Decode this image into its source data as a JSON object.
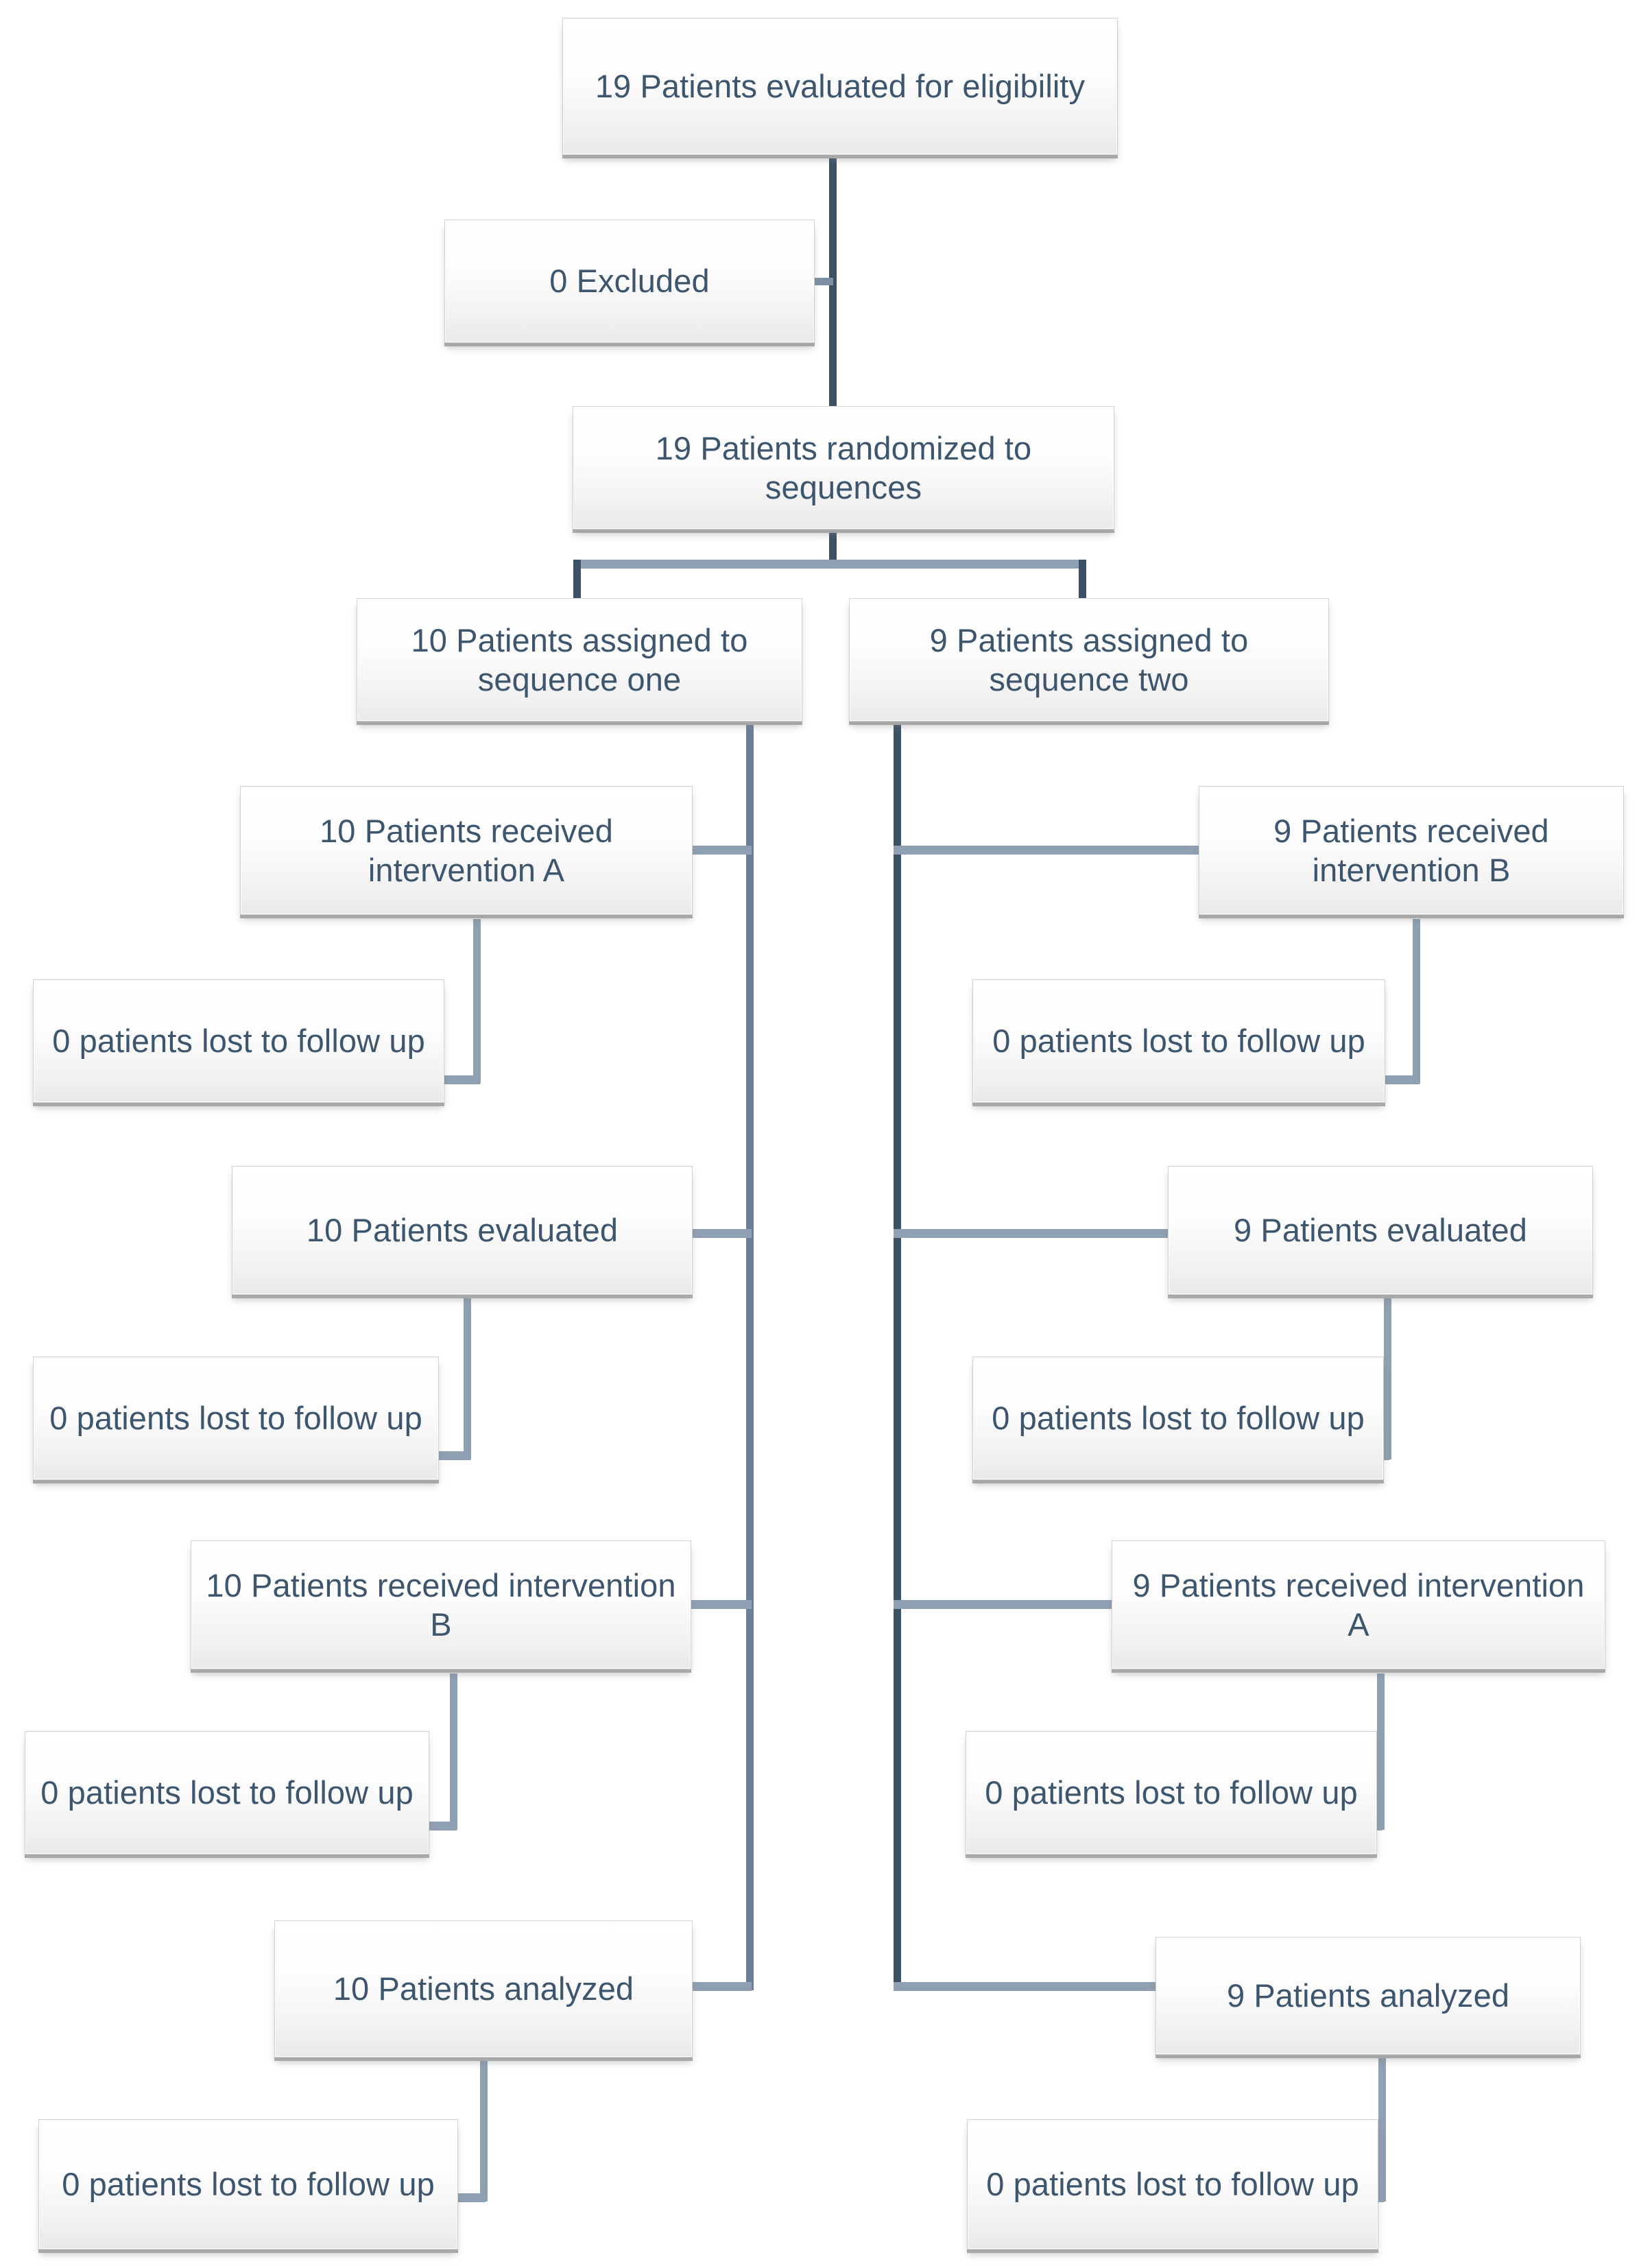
{
  "diagram": {
    "title": "CONSORT flow diagram — two-sequence crossover trial",
    "colors": {
      "box_text": "#3d566e",
      "box_fill_top": "#ffffff",
      "box_fill_bottom": "#e9e9e9",
      "box_border": "#d2d2d2",
      "box_shadow": "#a8a8a8",
      "connector_dark": "#3c5066",
      "connector_mid": "#6b7f96",
      "connector_light": "#8fa0b2",
      "background": "#ffffff"
    }
  },
  "nodes": {
    "eligibility": "19 Patients evaluated for eligibility",
    "excluded": "0 Excluded",
    "randomized": "19 Patients randomized to sequences",
    "seq_one_assigned": "10 Patients assigned to sequence one",
    "seq_two_assigned": "9 Patients assigned to sequence two",
    "left_period1_intervention": "10 Patients received intervention A",
    "left_period1_lost": "0 patients lost to follow up",
    "left_evaluated": "10 Patients evaluated",
    "left_evaluated_lost": "0 patients lost to follow up",
    "left_period2_intervention": "10 Patients received intervention B",
    "left_period2_lost": "0 patients lost to follow up",
    "left_analyzed": "10 Patients analyzed",
    "left_analyzed_lost": "0 patients lost to follow up",
    "right_period1_intervention": "9 Patients received intervention B",
    "right_period1_lost": "0 patients lost to follow up",
    "right_evaluated": "9 Patients evaluated",
    "right_evaluated_lost": "0 patients lost to follow up",
    "right_period2_intervention": "9 Patients received intervention A",
    "right_period2_lost": "0 patients lost to follow up",
    "right_analyzed": "9 Patients analyzed",
    "right_analyzed_lost": "0 patients lost to follow up"
  },
  "counts": {
    "evaluated_for_eligibility": 19,
    "excluded": 0,
    "randomized": 19,
    "sequence_one": 10,
    "sequence_two": 9,
    "sequence_one_analyzed": 10,
    "sequence_two_analyzed": 9,
    "total_lost_to_follow_up": 0
  },
  "sequences": {
    "one": {
      "period1": "intervention A",
      "period2": "intervention B",
      "n": 10
    },
    "two": {
      "period1": "intervention B",
      "period2": "intervention A",
      "n": 9
    }
  }
}
